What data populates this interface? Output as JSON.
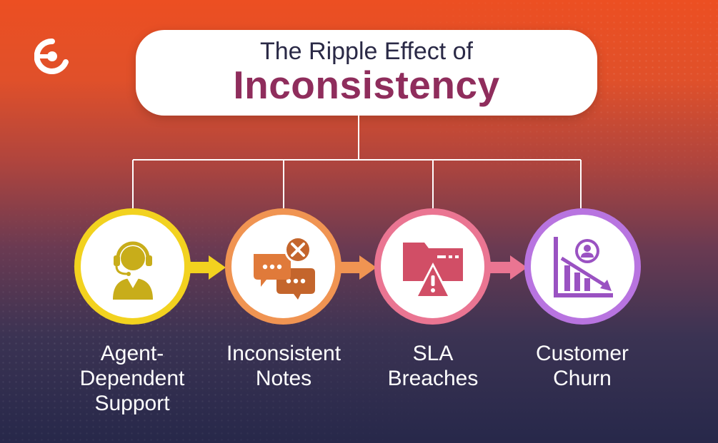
{
  "title": {
    "line1": "The Ripple Effect of",
    "line2": "Inconsistency"
  },
  "colors": {
    "title_accent": "#8f2d5c",
    "step1": "#f2d21f",
    "step2": "#f09452",
    "step3": "#ea7592",
    "step4": "#b874e0"
  },
  "steps": [
    {
      "label_lines": [
        "Agent-",
        "Dependent",
        "Support"
      ],
      "icon": "headset-agent-icon"
    },
    {
      "label_lines": [
        "Inconsistent",
        "Notes"
      ],
      "icon": "chat-error-icon"
    },
    {
      "label_lines": [
        "SLA",
        "Breaches"
      ],
      "icon": "folder-warning-icon"
    },
    {
      "label_lines": [
        "Customer",
        "Churn"
      ],
      "icon": "declining-chart-user-icon"
    }
  ]
}
